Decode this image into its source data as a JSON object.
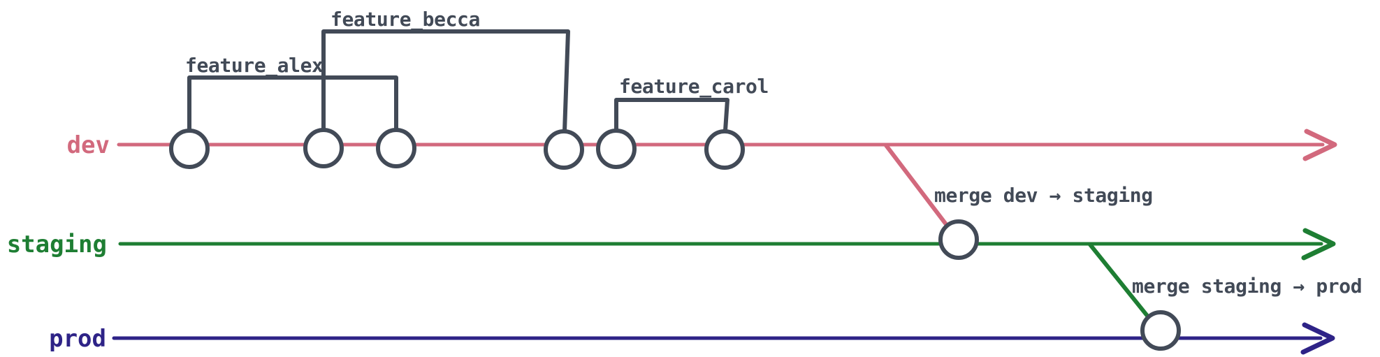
{
  "colors": {
    "ink": "#424a57",
    "background": "#ffffff"
  },
  "branches": [
    {
      "name": "dev",
      "color": "#d2697d",
      "commit_count": 6
    },
    {
      "name": "staging",
      "color": "#1e7e33",
      "commit_count": 1
    },
    {
      "name": "prod",
      "color": "#2e2387",
      "commit_count": 1
    }
  ],
  "features": [
    {
      "label": "feature_alex",
      "branch": "dev",
      "spans_commits": [
        1,
        3
      ]
    },
    {
      "label": "feature_becca",
      "branch": "dev",
      "spans_commits": [
        2,
        4
      ]
    },
    {
      "label": "feature_carol",
      "branch": "dev",
      "spans_commits": [
        5,
        6
      ]
    }
  ],
  "merges": [
    {
      "label": "merge dev → staging",
      "from": "dev",
      "to": "staging"
    },
    {
      "label": "merge staging → prod",
      "from": "staging",
      "to": "prod"
    }
  ]
}
